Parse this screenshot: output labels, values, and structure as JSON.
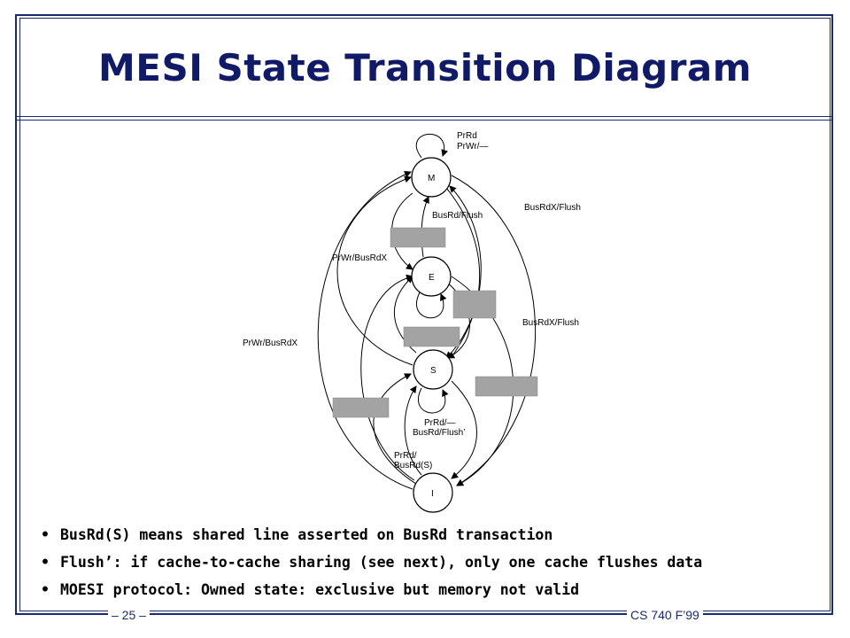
{
  "slide": {
    "title": "MESI State Transition Diagram",
    "page_number": "– 25 –",
    "course": "CS 740 F’99"
  },
  "diagram": {
    "states": [
      {
        "id": "M",
        "label": "M"
      },
      {
        "id": "E",
        "label": "E"
      },
      {
        "id": "S",
        "label": "S"
      },
      {
        "id": "I",
        "label": "I"
      }
    ],
    "transition_labels": {
      "m_self": "PrRd",
      "m_self2": "PrWr/—",
      "m_to_e_busrd": "BusRd/Flush",
      "m_to_i_busrdx": "BusRdX/Flush",
      "e_to_m_prwr": "PrWr/BusRdX",
      "e_to_i_busrdx": "BusRdX/Flush",
      "i_to_m_prwr": "PrWr/BusRdX",
      "s_self": "PrRd/—",
      "s_self2": "BusRd/Flush’",
      "i_to_s_prrd": "PrRd/",
      "i_to_s_prrd2": "BusRd(S)"
    }
  },
  "bullets": [
    "BusRd(S) means shared line asserted on BusRd transaction",
    "Flush’: if cache-to-cache sharing (see next), only one cache flushes data",
    "MOESI protocol: Owned state: exclusive but memory not valid"
  ],
  "colors": {
    "title": "#101a66",
    "frame": "#1b2a6b",
    "redaction_box": "#a3a3a3"
  }
}
